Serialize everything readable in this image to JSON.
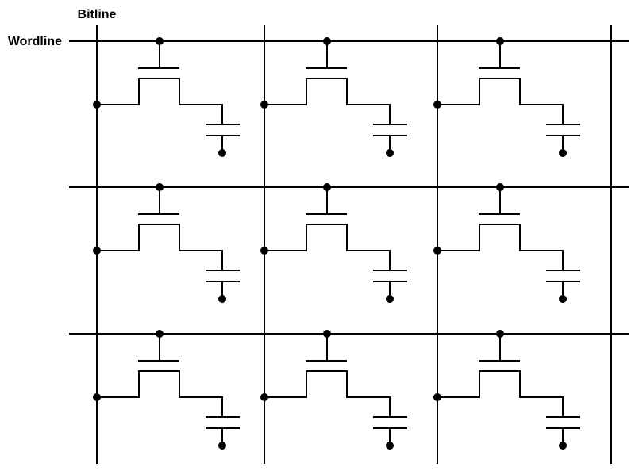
{
  "diagram": {
    "kind": "dram-cell-array-schematic",
    "labels": {
      "bitline": "Bitline",
      "wordline": "Wordline"
    },
    "grid": {
      "rows": 3,
      "columns": 3,
      "wordline_count": 3,
      "bitline_count": 4
    },
    "cell_symbols": [
      "access-transistor",
      "storage-capacitor",
      "wordline-contact-dot",
      "bitline-contact-dot",
      "capacitor-ground-dot"
    ],
    "colors": {
      "stroke": "#000000",
      "background": "#ffffff"
    }
  }
}
